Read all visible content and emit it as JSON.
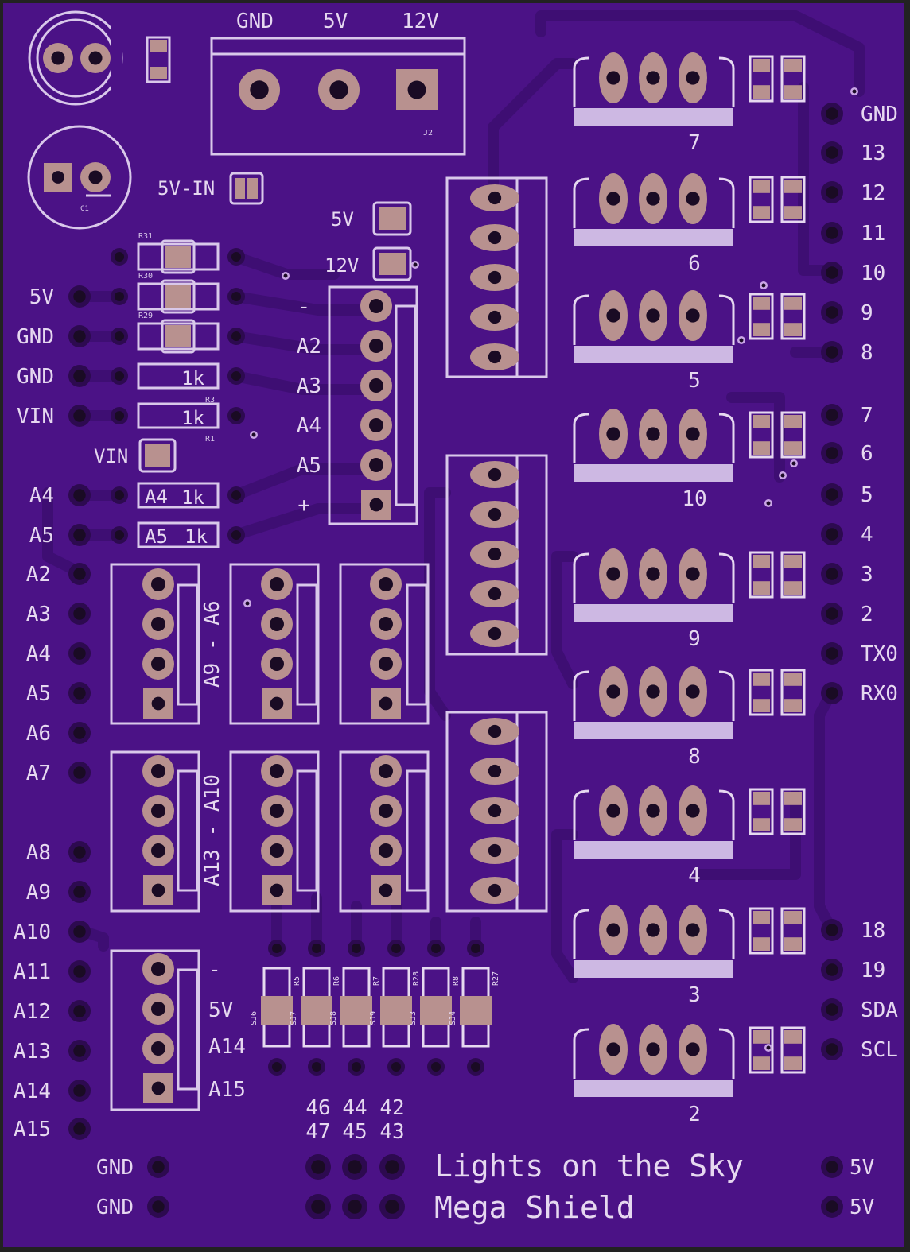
{
  "colors": {
    "board": "#4b1286",
    "trace": "#3f0f75",
    "pad": "#b8918f",
    "silk": "#e6d8f0",
    "hole": "#1a0b24"
  },
  "title": {
    "line1": "Lights on the Sky",
    "line2": "Mega Shield"
  },
  "power_terminal": {
    "labels": [
      "GND",
      "5V",
      "12V"
    ],
    "designator": "J2"
  },
  "capacitor": {
    "designator": "C1"
  },
  "jumpers": {
    "five_v_in": "5V-IN",
    "five_v": "5V",
    "twelve_v": "12V",
    "vin": "VIN"
  },
  "resistors_left": {
    "r31": "R31",
    "r30": "R30",
    "r29": "R29",
    "r3_value": "1k",
    "r3": "R3",
    "r1_value": "1k",
    "r1": "R1",
    "a4_net": "A4",
    "a4_value": "1k",
    "a5_net": "A5",
    "a5_value": "1k"
  },
  "left_header_labels": [
    "5V",
    "GND",
    "GND",
    "VIN",
    "A4",
    "A5"
  ],
  "analog_header_labels": [
    "A2",
    "A3",
    "A4",
    "A5",
    "A6",
    "A7",
    "A8",
    "A9",
    "A10",
    "A11",
    "A12",
    "A13",
    "A14",
    "A15"
  ],
  "i2c_connector_labels": [
    "-",
    "A2",
    "A3",
    "A4",
    "A5",
    "+"
  ],
  "group_labels": {
    "a9_a6": "A9 - A6",
    "a13_a10": "A13 - A10"
  },
  "bottom_connector_labels": [
    "-",
    "5V",
    "A14",
    "A15"
  ],
  "bottom_resistor_labels": [
    "SJ6",
    "R5",
    "SJ7",
    "R6",
    "SJ8",
    "R7",
    "SJ9",
    "R28",
    "SJ3",
    "R8",
    "SJ4",
    "R27"
  ],
  "digital_pins_top": [
    "46",
    "44",
    "42"
  ],
  "digital_pins_bottom": [
    "47",
    "45",
    "43"
  ],
  "gnd_pins": [
    "GND",
    "GND"
  ],
  "five_v_pins": [
    "5V",
    "5V"
  ],
  "mosfet_labels": [
    "7",
    "6",
    "5",
    "10",
    "9",
    "8",
    "4",
    "3",
    "2"
  ],
  "right_header_labels": [
    "GND",
    "13",
    "12",
    "11",
    "10",
    "9",
    "8",
    "7",
    "6",
    "5",
    "4",
    "3",
    "2",
    "TX0",
    "RX0",
    "18",
    "19",
    "SDA",
    "SCL"
  ]
}
